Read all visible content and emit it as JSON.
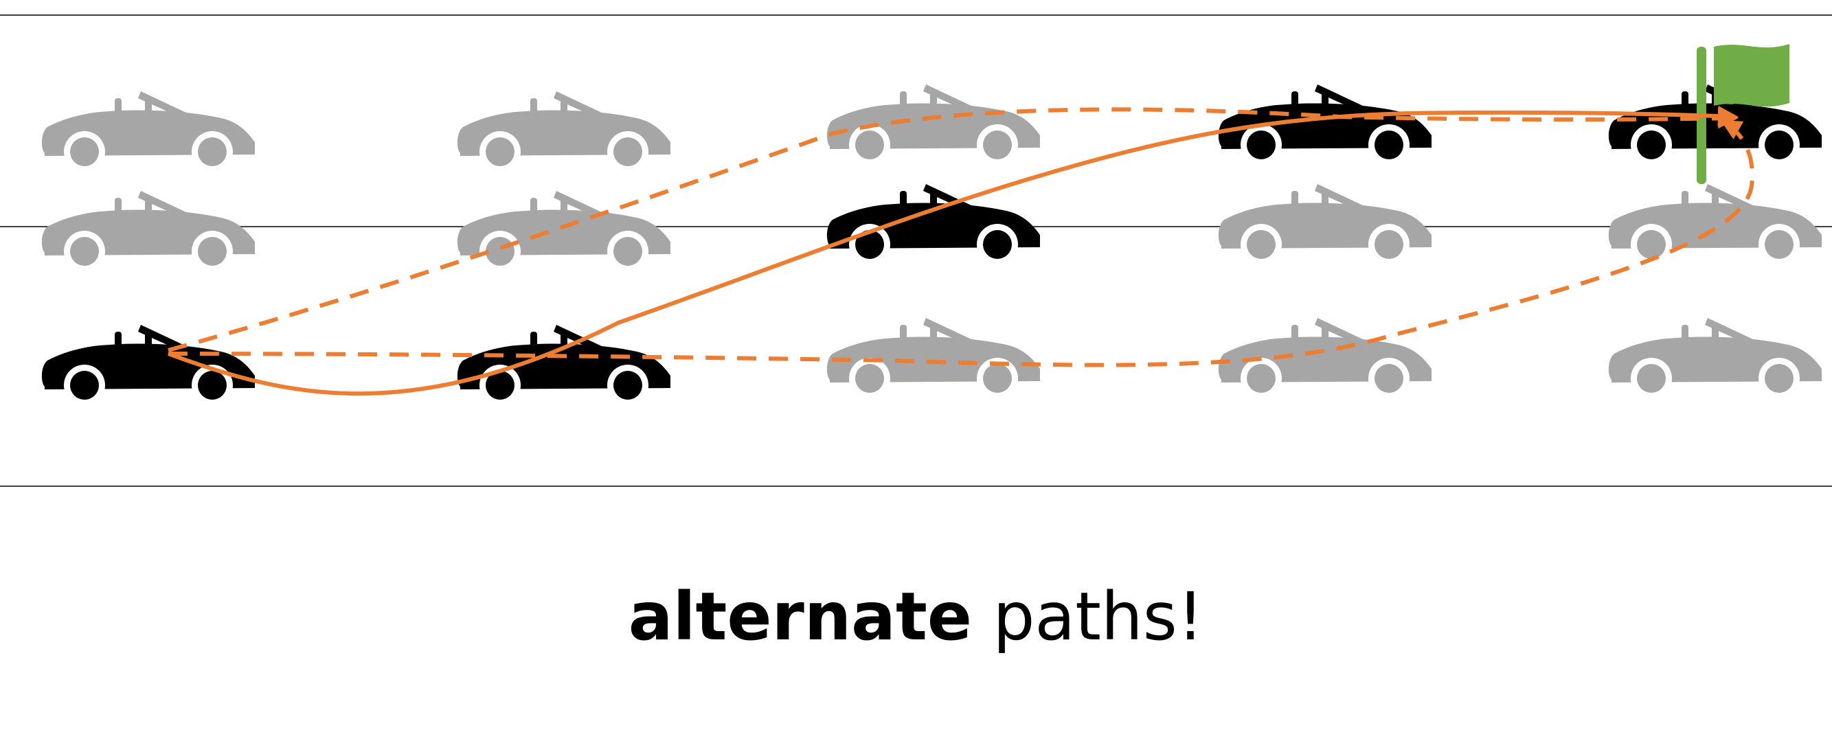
{
  "caption": {
    "emphasis": "alternate",
    "rest": " paths!"
  },
  "colors": {
    "active_car": "#000000",
    "inactive_car": "#a6a6a6",
    "path": "#ed7d31",
    "flag": "#70ad47",
    "lane_line": "#404040",
    "background": "#ffffff"
  },
  "icons": {
    "car": "convertible-car-icon",
    "flag": "goal-flag-icon"
  },
  "grid": {
    "columns": 5,
    "lanes": 3,
    "cars": [
      {
        "col": 0,
        "lane": 0,
        "active": false
      },
      {
        "col": 0,
        "lane": 1,
        "active": false
      },
      {
        "col": 0,
        "lane": 2,
        "active": true
      },
      {
        "col": 1,
        "lane": 0,
        "active": false
      },
      {
        "col": 1,
        "lane": 1,
        "active": false
      },
      {
        "col": 1,
        "lane": 2,
        "active": true
      },
      {
        "col": 2,
        "lane": 0,
        "active": false
      },
      {
        "col": 2,
        "lane": 1,
        "active": true
      },
      {
        "col": 2,
        "lane": 2,
        "active": false
      },
      {
        "col": 3,
        "lane": 0,
        "active": true
      },
      {
        "col": 3,
        "lane": 1,
        "active": false
      },
      {
        "col": 3,
        "lane": 2,
        "active": false
      },
      {
        "col": 4,
        "lane": 0,
        "active": true
      },
      {
        "col": 4,
        "lane": 1,
        "active": false
      },
      {
        "col": 4,
        "lane": 2,
        "active": false
      }
    ],
    "goal": {
      "col": 4,
      "lane": 0
    },
    "paths": [
      {
        "style": "solid",
        "via": [
          "col0-lane2",
          "col1-lane2",
          "col2-lane1",
          "col3-lane0",
          "col4-lane0"
        ]
      },
      {
        "style": "dashed",
        "via": [
          "col0-lane2",
          "col1-lane1",
          "col2-lane0",
          "col3-lane0",
          "col4-lane0"
        ]
      },
      {
        "style": "dashed",
        "via": [
          "col0-lane2",
          "col1-lane2",
          "col2-lane2",
          "col3-lane2",
          "col4-lane1",
          "col4-lane0"
        ]
      }
    ]
  }
}
